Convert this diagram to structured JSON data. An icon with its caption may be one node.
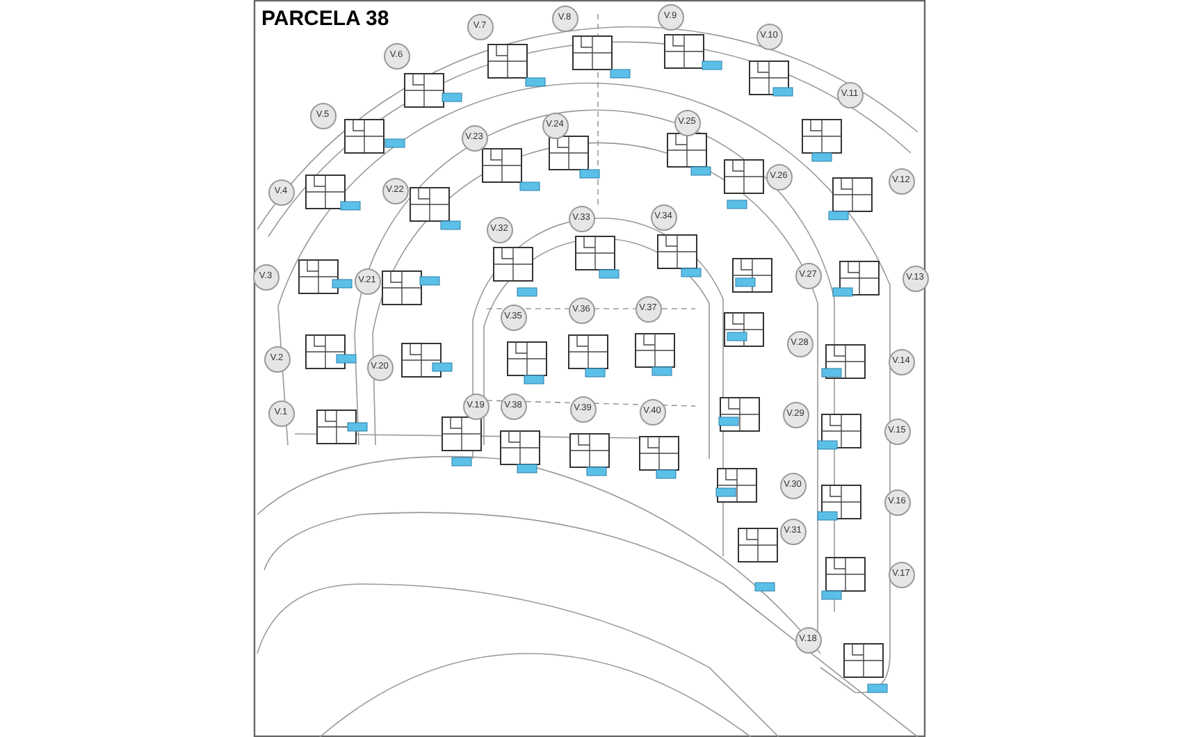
{
  "diagram": {
    "title": "PARCELA 38",
    "labels": [
      "V.1",
      "V.2",
      "V.3",
      "V.4",
      "V.5",
      "V.6",
      "V.7",
      "V.8",
      "V.9",
      "V.10",
      "V.11",
      "V.12",
      "V.13",
      "V.14",
      "V.15",
      "V.16",
      "V.17",
      "V.18",
      "V.19",
      "V.20",
      "V.21",
      "V.22",
      "V.23",
      "V.24",
      "V.25",
      "V.26",
      "V.27",
      "V.28",
      "V.29",
      "V.30",
      "V.31",
      "V.32",
      "V.33",
      "V.34",
      "V.35",
      "V.36",
      "V.37",
      "V.38",
      "V.39",
      "V.40"
    ]
  }
}
